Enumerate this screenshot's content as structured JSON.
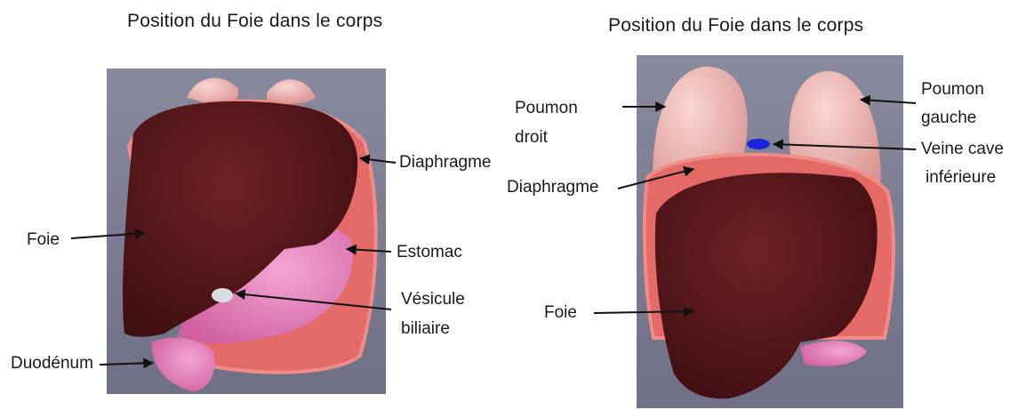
{
  "left_panel": {
    "title": "Position du Foie dans le corps",
    "labels": {
      "diaphragme": "Diaphragme",
      "foie": "Foie",
      "estomac": "Estomac",
      "vesicule_line1": "Vésicule",
      "vesicule_line2": "biliaire",
      "duodenum": "Duodénum"
    }
  },
  "right_panel": {
    "title": "Position du Foie dans le corps",
    "labels": {
      "poumon_droit_line1": "Poumon",
      "poumon_droit_line2": "droit",
      "poumon_gauche_line1": "Poumon",
      "poumon_gauche_line2": "gauche",
      "veine_line1": "Veine cave",
      "veine_line2": "inférieure",
      "diaphragme": "Diaphragme",
      "foie": "Foie"
    }
  },
  "colors": {
    "background_3d": "#7b7b94",
    "liver": "#5e1a1c",
    "stomach": "#e57fb6",
    "diaphragm": "#e46a68",
    "lung": "#f1b3b0",
    "vena_cava": "#1b24d8"
  }
}
